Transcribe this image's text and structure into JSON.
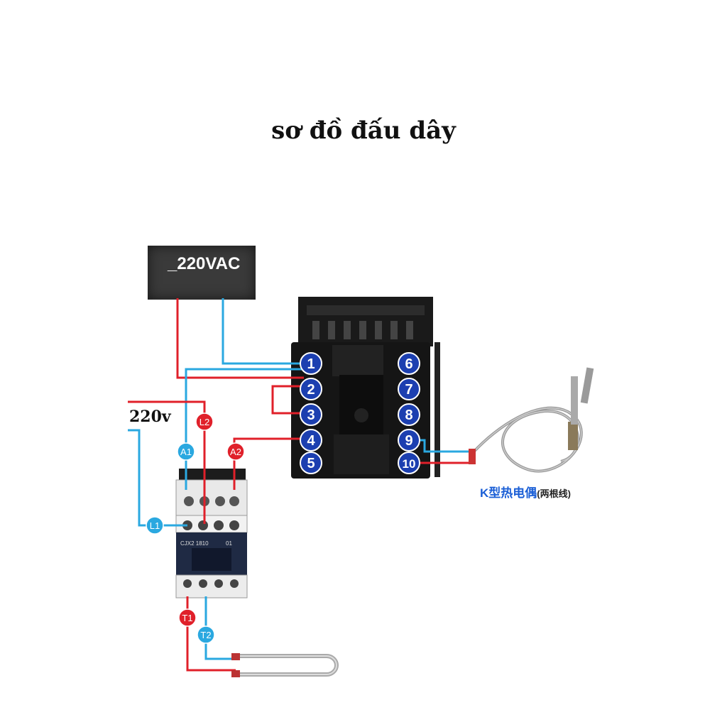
{
  "title": "sơ đồ đấu dây",
  "supply": {
    "label": "_220VAC"
  },
  "line_voltage": "220v",
  "controller_terminals": [
    "1",
    "2",
    "3",
    "4",
    "5",
    "6",
    "7",
    "8",
    "9",
    "10"
  ],
  "contactor": {
    "coil_labels": [
      "A1",
      "A2"
    ],
    "line_labels": [
      "L1",
      "L2"
    ],
    "load_labels": [
      "T1",
      "T2"
    ],
    "model_text": "CJX2 1810",
    "aux_text": "01"
  },
  "thermocouple": {
    "label": "K型热电偶",
    "sub": "(两根线)"
  },
  "colors": {
    "live": "#e0202a",
    "neutral": "#2aa8e0",
    "badge_blue": "#1c3fb0",
    "badge_red": "#e0202a",
    "badge_cyan": "#2aa8e0"
  }
}
